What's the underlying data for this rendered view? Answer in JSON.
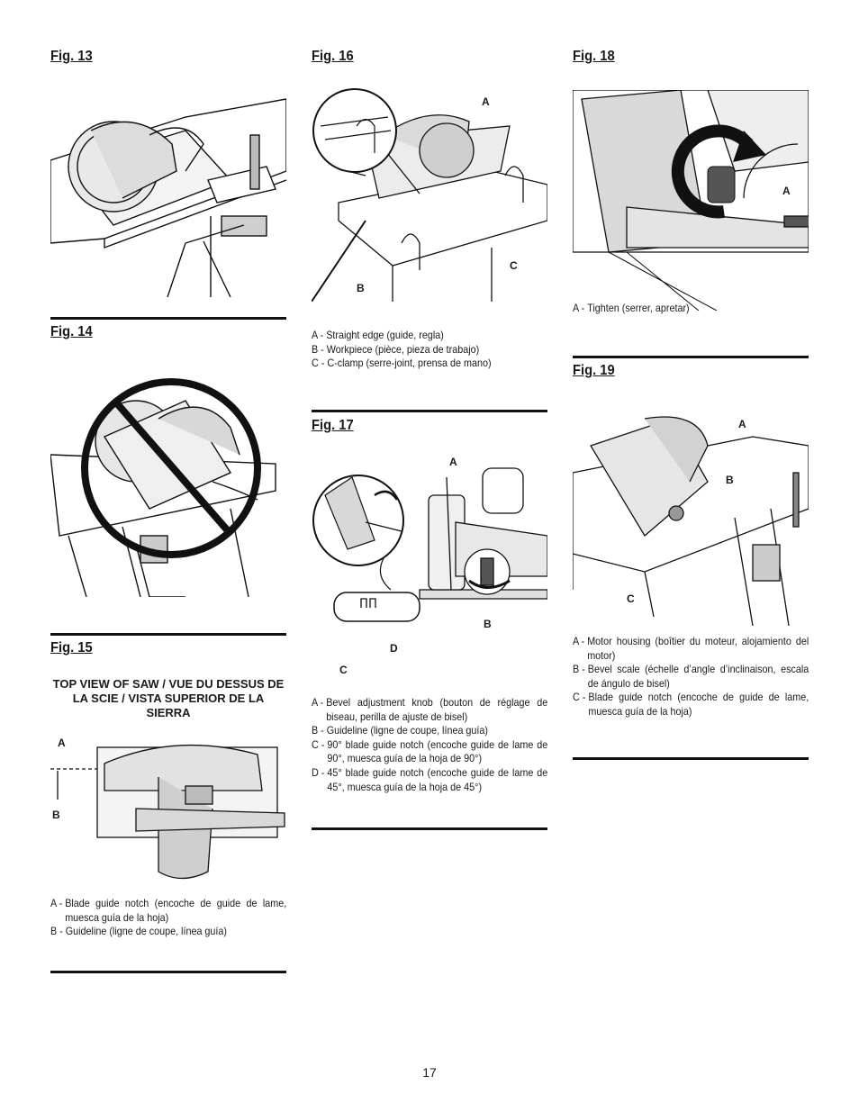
{
  "figures": {
    "fig13": {
      "title": "Fig. 13"
    },
    "fig14": {
      "title": "Fig. 14"
    },
    "fig15": {
      "title": "Fig. 15",
      "caption": "TOP VIEW OF SAW / VUE DU DESSUS DE LA SCIE / VISTA SUPERIOR DE LA SIERRA",
      "callouts": [
        "A",
        "B"
      ],
      "legend": [
        {
          "key": "A - ",
          "text": "Blade guide notch (encoche de guide de lame, muesca guía de la hoja)"
        },
        {
          "key": "B - ",
          "text": "Guideline (ligne de coupe, línea guía)"
        }
      ]
    },
    "fig16": {
      "title": "Fig. 16",
      "callouts": [
        "A",
        "B",
        "C"
      ],
      "legend": [
        {
          "key": "A - ",
          "text": "Straight edge (guide, regla)"
        },
        {
          "key": "B - ",
          "text": "Workpiece (pièce, pieza de trabajo)"
        },
        {
          "key": "C - ",
          "text": "C-clamp (serre-joint, prensa de mano)"
        }
      ]
    },
    "fig17": {
      "title": "Fig. 17",
      "callouts": [
        "A",
        "B",
        "C",
        "D"
      ],
      "legend": [
        {
          "key": "A - ",
          "text": "Bevel adjustment knob (bouton de réglage de biseau, perilla de ajuste de bisel)"
        },
        {
          "key": "B - ",
          "text": "Guideline (ligne de coupe, línea guía)"
        },
        {
          "key": "C - ",
          "text": "90° blade guide notch (encoche guide de lame de 90°, muesca guía de la hoja de 90°)"
        },
        {
          "key": "D - ",
          "text": "45° blade guide notch (encoche guide de lame de 45°, muesca guía de la hoja de 45°)"
        }
      ]
    },
    "fig18": {
      "title": "Fig. 18",
      "callouts": [
        "A"
      ],
      "legend": [
        {
          "key": "A - ",
          "text": "Tighten (serrer, apretar)"
        }
      ]
    },
    "fig19": {
      "title": "Fig. 19",
      "callouts": [
        "A",
        "B",
        "C"
      ],
      "legend": [
        {
          "key": "A - ",
          "text": "Motor housing (boîtier du moteur, alojamiento del motor)"
        },
        {
          "key": "B - ",
          "text": "Bevel scale (échelle d’angle d’inclinaison, escala de ángulo de bisel)"
        },
        {
          "key": "C - ",
          "text": "Blade guide notch (encoche de guide de lame, muesca guía de la hoja)"
        }
      ]
    }
  },
  "page_number": "17"
}
